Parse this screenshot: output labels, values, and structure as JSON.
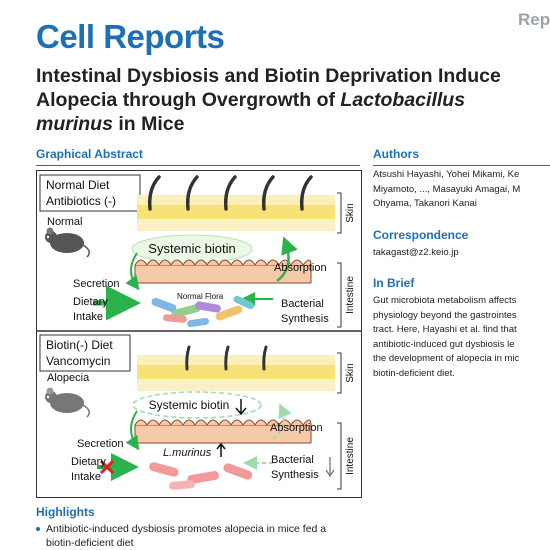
{
  "journal": "Cell Reports",
  "header_right": "Rep",
  "article": {
    "title_line1": "Intestinal Dysbiosis and Biotin Deprivation Induce",
    "title_line2": "Alopecia through Overgrowth of ",
    "title_species": "Lactobacillus",
    "title_line3_species": "murinus",
    "title_line3_rest": " in Mice"
  },
  "graphical_abstract": {
    "heading": "Graphical Abstract",
    "top": {
      "condition_line1": "Normal Diet",
      "condition_line2": "Antibiotics (-)",
      "phenotype": "Normal",
      "systemic": "Systemic biotin",
      "absorption": "Absorption",
      "secretion": "Secretion",
      "dietary_line1": "Dietary",
      "dietary_line2": "Intake",
      "flora": "Normal Flora",
      "bacterial_line1": "Bacterial",
      "bacterial_line2": "Synthesis",
      "skin": "Skin",
      "intestine": "Intestine"
    },
    "bottom": {
      "condition_line1": "Biotin(-) Diet",
      "condition_line2": "Vancomycin",
      "phenotype": "Alopecia",
      "systemic": "Systemic biotin",
      "absorption": "Absorption",
      "secretion": "Secretion",
      "dietary_line1": "Dietary",
      "dietary_line2": "Intake",
      "bacterium": "L.murinus",
      "bacterial_line1": "Bacterial",
      "bacterial_line2": "Synthesis",
      "skin": "Skin",
      "intestine": "Intestine"
    }
  },
  "authors": {
    "heading": "Authors",
    "line1": "Atsushi Hayashi, Yohei Mikami, Ke",
    "line2": "Miyamoto, ..., Masayuki Amagai, M",
    "line3": "Ohyama, Takanori Kanai"
  },
  "correspondence": {
    "heading": "Correspondence",
    "email": "takagast@z2.keio.jp"
  },
  "in_brief": {
    "heading": "In Brief",
    "lines": [
      "Gut microbiota metabolism affects",
      "physiology beyond the gastrointes",
      "tract. Here, Hayashi et al. find that",
      "antibiotic-induced gut dysbiosis le",
      "the development of alopecia in mic",
      "biotin-deficient diet."
    ]
  },
  "highlights": {
    "heading": "Highlights",
    "item1_line1": "Antibiotic-induced dysbiosis promotes alopecia in mice fed a",
    "item1_line2": "biotin-deficient diet"
  },
  "colors": {
    "brand_blue": "#1f6fb5",
    "green": "#2bb24c",
    "skin_yellow": "#f7e27a",
    "red": "#e02020"
  }
}
